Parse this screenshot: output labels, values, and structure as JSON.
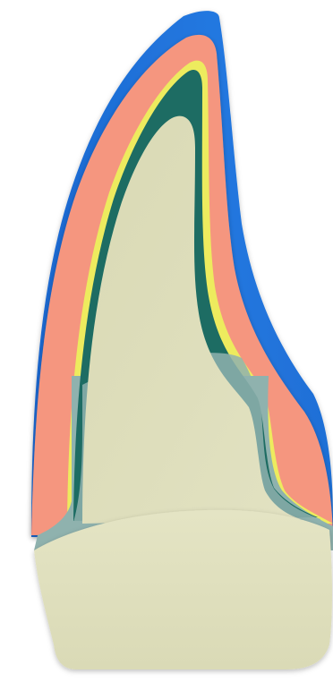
{
  "diagram": {
    "title": "",
    "labels": [],
    "layers": [
      {
        "name": "outer-layer",
        "color": "#1F73D8"
      },
      {
        "name": "second-layer",
        "color": "#F5967F"
      },
      {
        "name": "thin-band",
        "color": "#EDEB5E"
      },
      {
        "name": "inner-layer",
        "color": "#1D6C63"
      },
      {
        "name": "lower-transition-layer",
        "color": "#8FB2AE"
      },
      {
        "name": "core",
        "color": "#DDDDB9"
      },
      {
        "name": "base-block",
        "color": "#E0E0BE"
      }
    ]
  }
}
